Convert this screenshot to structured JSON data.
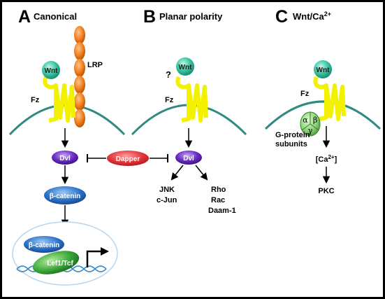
{
  "panels": {
    "a": {
      "letter": "A",
      "title": "Canonical"
    },
    "b": {
      "letter": "B",
      "title": "Planar polarity"
    },
    "c": {
      "letter": "C",
      "title_main": "Wnt/Ca",
      "title_sup": "2+"
    }
  },
  "labels": {
    "wnt": "Wnt",
    "fz": "Fz",
    "lrp": "LRP",
    "question": "?",
    "dvl": "Dvl",
    "dapper": "Dapper",
    "beta_catenin": "β-catenin",
    "lef1_tcf": "Lef1/Tcf",
    "jnk": "JNK",
    "cjun": "c-Jun",
    "rho": "Rho",
    "rac": "Rac",
    "daam1": "Daam-1",
    "gprotein_line1": "G-protein",
    "gprotein_line2": "subunits",
    "alpha": "α",
    "beta": "β",
    "gamma": "γ",
    "ca_main": "[Ca",
    "ca_sup": "2+",
    "ca_close": "]",
    "pkc": "PKC"
  },
  "colors": {
    "membrane": "#2f8a82",
    "wnt_ball": "#3fc9a6",
    "receptor": "#f2f200",
    "lrp": "#f07a1a",
    "dvl": "#6a2bc4",
    "dapper": "#e0343a",
    "beta_catenin": "#2a70c8",
    "lef1": "#3aa83a",
    "gprotein": "#8ed67a",
    "nucleus": "#b8d6ee",
    "dna": "#2a82c8"
  }
}
